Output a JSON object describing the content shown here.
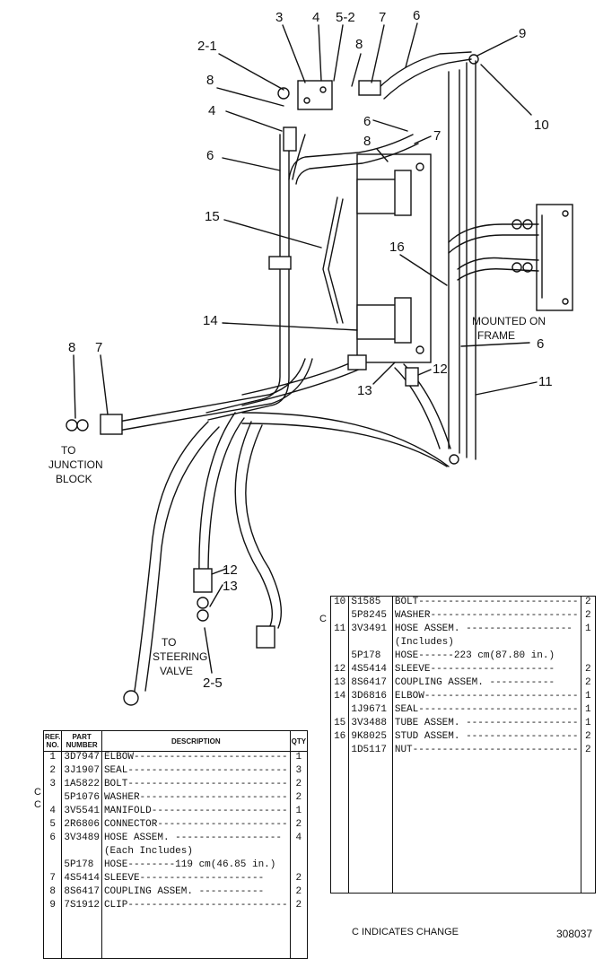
{
  "callouts": [
    {
      "id": "c3",
      "text": "3"
    },
    {
      "id": "c4",
      "text": "4"
    },
    {
      "id": "c52",
      "text": "5-2"
    },
    {
      "id": "c7a",
      "text": "7"
    },
    {
      "id": "c6a",
      "text": "6"
    },
    {
      "id": "c9",
      "text": "9"
    },
    {
      "id": "c21",
      "text": "2-1"
    },
    {
      "id": "c8a",
      "text": "8"
    },
    {
      "id": "c8b",
      "text": "8"
    },
    {
      "id": "c4b",
      "text": "4"
    },
    {
      "id": "c10",
      "text": "10"
    },
    {
      "id": "c6b",
      "text": "6"
    },
    {
      "id": "c8c",
      "text": "8"
    },
    {
      "id": "c7b",
      "text": "7"
    },
    {
      "id": "c6c",
      "text": "6"
    },
    {
      "id": "c15",
      "text": "15"
    },
    {
      "id": "c16",
      "text": "16"
    },
    {
      "id": "c14",
      "text": "14"
    },
    {
      "id": "c6d",
      "text": "6"
    },
    {
      "id": "c8d",
      "text": "8"
    },
    {
      "id": "c7c",
      "text": "7"
    },
    {
      "id": "c12a",
      "text": "12"
    },
    {
      "id": "c11",
      "text": "11"
    },
    {
      "id": "c13a",
      "text": "13"
    },
    {
      "id": "c12b",
      "text": "12"
    },
    {
      "id": "c13b",
      "text": "13"
    },
    {
      "id": "c25",
      "text": "2-5"
    }
  ],
  "notes": {
    "junction_1": "TO",
    "junction_2": "JUNCTION",
    "junction_3": "BLOCK",
    "steering_1": "TO",
    "steering_2": "STEERING",
    "steering_3": "VALVE",
    "mounted_1": "MOUNTED ON",
    "mounted_2": "FRAME"
  },
  "table_left": {
    "headers": {
      "ref": "REF. NO.",
      "part": "PART NUMBER",
      "desc": "DESCRIPTION",
      "qty": "QTY"
    },
    "rows": [
      {
        "mark": "",
        "ref": "1",
        "part": "3D7947",
        "desc": "ELBOW--------------------------",
        "qty": "1"
      },
      {
        "mark": "",
        "ref": "2",
        "part": "3J1907",
        "desc": "SEAL---------------------------",
        "qty": "3"
      },
      {
        "mark": "C",
        "ref": "3",
        "part": "1A5822",
        "desc": "BOLT---------------------------",
        "qty": "2"
      },
      {
        "mark": "C",
        "ref": "",
        "part": "5P1076",
        "desc": "WASHER-------------------------",
        "qty": "2"
      },
      {
        "mark": "",
        "ref": "4",
        "part": "3V5541",
        "desc": "MANIFOLD-----------------------",
        "qty": "1"
      },
      {
        "mark": "",
        "ref": "5",
        "part": "2R6806",
        "desc": "CONNECTOR----------------------",
        "qty": "2"
      },
      {
        "mark": "",
        "ref": "6",
        "part": "3V3489",
        "desc": "HOSE ASSEM. ------------------",
        "qty": "4"
      },
      {
        "mark": "",
        "ref": "",
        "part": "",
        "desc": "   (Each Includes)",
        "qty": ""
      },
      {
        "mark": "",
        "ref": "",
        "part": "5P178",
        "desc": "   HOSE--------119 cm(46.85 in.)",
        "qty": ""
      },
      {
        "mark": "",
        "ref": "7",
        "part": "4S5414",
        "desc": "   SLEEVE---------------------",
        "qty": "2"
      },
      {
        "mark": "",
        "ref": "8",
        "part": "8S6417",
        "desc": "   COUPLING ASSEM. -----------",
        "qty": "2"
      },
      {
        "mark": "",
        "ref": "9",
        "part": "7S1912",
        "desc": "CLIP---------------------------",
        "qty": "2"
      }
    ]
  },
  "table_right": {
    "rows": [
      {
        "mark": "",
        "ref": "10",
        "part": "S1585",
        "desc": "BOLT---------------------------",
        "qty": "2"
      },
      {
        "mark": "C",
        "ref": "",
        "part": "5P8245",
        "desc": "WASHER-------------------------",
        "qty": "2"
      },
      {
        "mark": "",
        "ref": "11",
        "part": "3V3491",
        "desc": "HOSE ASSEM. ------------------",
        "qty": "1"
      },
      {
        "mark": "",
        "ref": "",
        "part": "",
        "desc": "   (Includes)",
        "qty": ""
      },
      {
        "mark": "",
        "ref": "",
        "part": "5P178",
        "desc": "   HOSE------223 cm(87.80 in.)",
        "qty": ""
      },
      {
        "mark": "",
        "ref": "12",
        "part": "4S5414",
        "desc": "   SLEEVE---------------------",
        "qty": "2"
      },
      {
        "mark": "",
        "ref": "13",
        "part": "8S6417",
        "desc": "   COUPLING ASSEM. -----------",
        "qty": "2"
      },
      {
        "mark": "",
        "ref": "14",
        "part": "3D6816",
        "desc": "ELBOW--------------------------",
        "qty": "1"
      },
      {
        "mark": "",
        "ref": "",
        "part": "1J9671",
        "desc": "SEAL---------------------------",
        "qty": "1"
      },
      {
        "mark": "",
        "ref": "15",
        "part": "3V3488",
        "desc": "TUBE ASSEM. -------------------",
        "qty": "1"
      },
      {
        "mark": "",
        "ref": "16",
        "part": "9K8025",
        "desc": "STUD ASSEM. -------------------",
        "qty": "2"
      },
      {
        "mark": "",
        "ref": "",
        "part": "1D5117",
        "desc": "NUT----------------------------",
        "qty": "2"
      }
    ]
  },
  "footer": {
    "change_note": "C INDICATES CHANGE",
    "figure_id": "308037"
  }
}
